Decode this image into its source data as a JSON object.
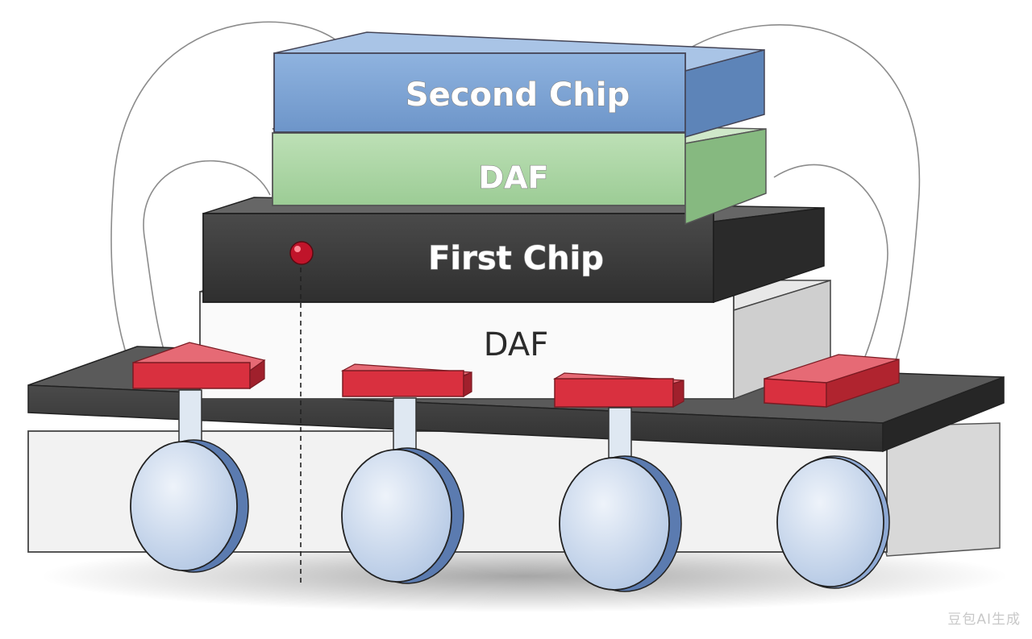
{
  "diagram": {
    "labels": {
      "second_chip": "Second Chip",
      "daf_upper": "DAF",
      "first_chip": "First Chip",
      "daf_lower": "DAF"
    },
    "watermark": "豆包AI生成",
    "colors": {
      "second_chip": "#7fa6d6",
      "daf_upper": "#a9d4a3",
      "first_chip": "#3a3a3a",
      "daf_lower": "#f4f4f4",
      "pads": "#d9303f",
      "substrate": "#2f2f2f",
      "solder_balls": "#c9d9ee",
      "marker": "#c0142a"
    }
  }
}
